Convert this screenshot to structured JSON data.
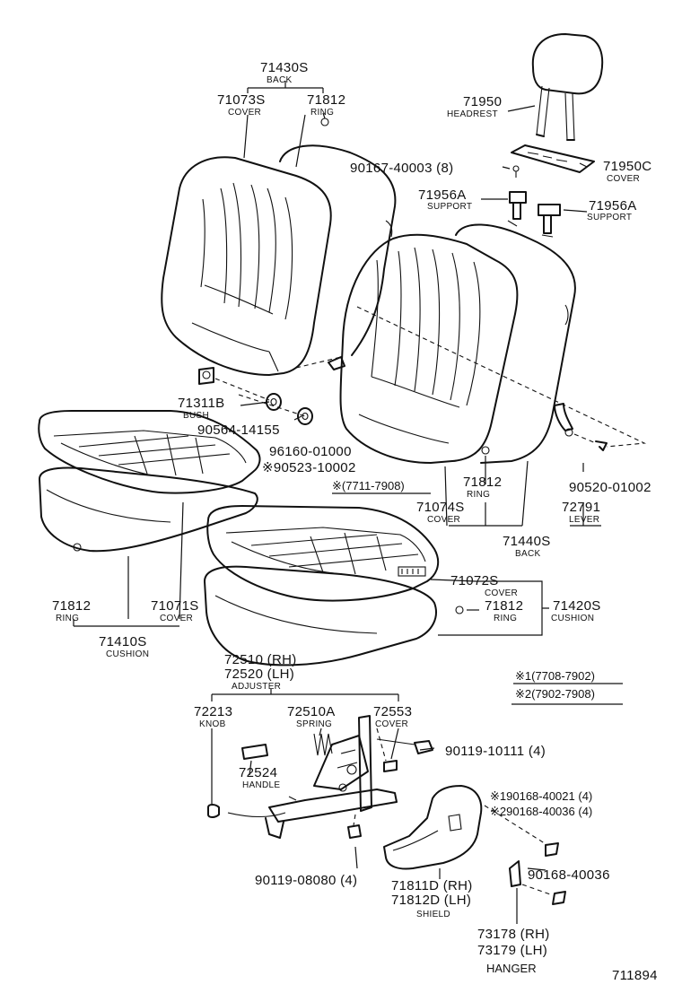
{
  "diagram_id": "711894",
  "labels": {
    "back_asm": {
      "num": "71430S",
      "name": "BACK"
    },
    "cover_back_l": {
      "num": "71073S",
      "name": "COVER"
    },
    "ring_top": {
      "num": "71812",
      "name": "RING"
    },
    "headrest": {
      "num": "71950",
      "name": "HEADREST"
    },
    "bolt_8": {
      "num": "90167-40003 (8)"
    },
    "headrest_cover": {
      "num": "71950C",
      "name": "COVER"
    },
    "support_l": {
      "num": "71956A",
      "name": "SUPPORT"
    },
    "support_r": {
      "num": "71956A",
      "name": "SUPPORT"
    },
    "bush": {
      "num": "71311B",
      "name": "BUSH"
    },
    "part_90564": {
      "num": "90564-14155"
    },
    "part_96160": {
      "num": "96160-01000"
    },
    "part_90523": {
      "num": "※90523-10002"
    },
    "range_7711": {
      "num": "※(7711-7908)"
    },
    "ring_mid": {
      "num": "71812",
      "name": "RING"
    },
    "cover_back_r": {
      "num": "71074S",
      "name": "COVER"
    },
    "back_asm_r": {
      "num": "71440S",
      "name": "BACK"
    },
    "part_90520": {
      "num": "90520-01002"
    },
    "lever": {
      "num": "72791",
      "name": "LEVER"
    },
    "ring_left": {
      "num": "71812",
      "name": "RING"
    },
    "cover_cush_l": {
      "num": "71071S",
      "name": "COVER"
    },
    "cushion_l": {
      "num": "71410S",
      "name": "CUSHION"
    },
    "cover_cush_r": {
      "num": "71072S",
      "name": "COVER"
    },
    "ring_right": {
      "num": "71812",
      "name": "RING"
    },
    "cushion_r": {
      "num": "71420S",
      "name": "CUSHION"
    },
    "adjuster_rh": {
      "num": "72510 (RH)"
    },
    "adjuster_lh": {
      "num": "72520 (LH)"
    },
    "adjuster_name": {
      "name": "ADJUSTER"
    },
    "range_1": {
      "num": "※1(7708-7902)"
    },
    "range_2": {
      "num": "※2(7902-7908)"
    },
    "knob": {
      "num": "72213",
      "name": "KNOB"
    },
    "spring": {
      "num": "72510A",
      "name": "SPRING"
    },
    "adj_cover": {
      "num": "72553",
      "name": "COVER"
    },
    "bolt_90119_a": {
      "num": "90119-10111 (4)"
    },
    "handle": {
      "num": "72524",
      "name": "HANDLE"
    },
    "screw_1": {
      "num": "※190168-40021 (4)"
    },
    "screw_2": {
      "num": "※290168-40036 (4)"
    },
    "bolt_90119_b": {
      "num": "90119-08080 (4)"
    },
    "shield_rh": {
      "num": "71811D (RH)"
    },
    "shield_lh": {
      "num": "71812D (LH)"
    },
    "shield_name": {
      "name": "SHIELD"
    },
    "screw_3": {
      "num": "90168-40036"
    },
    "hanger_rh": {
      "num": "73178 (RH)"
    },
    "hanger_lh": {
      "num": "73179 (LH)"
    },
    "hanger_name": {
      "name": "HANGER"
    }
  }
}
